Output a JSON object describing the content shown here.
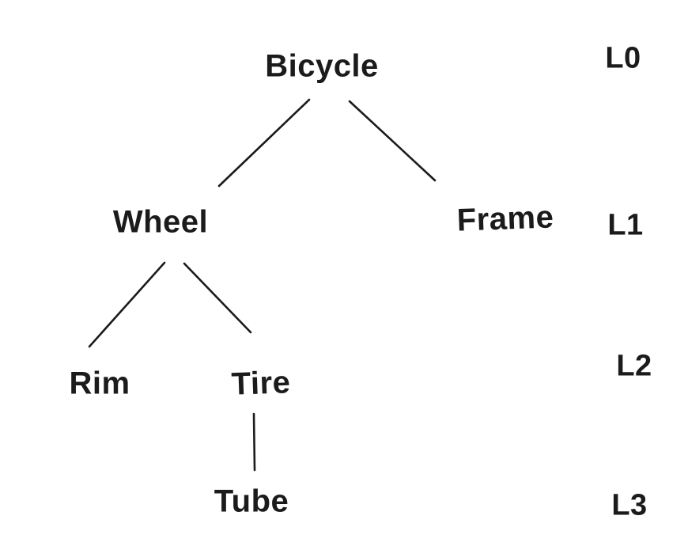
{
  "background_color": "#ffffff",
  "ink_color": "#1b1b1b",
  "diagram": {
    "type": "tree",
    "description": "Hand-drawn hierarchy tree of bicycle components with depth level labels",
    "nodes": [
      {
        "id": "bicycle",
        "label": "Bicycle",
        "level": 0
      },
      {
        "id": "wheel",
        "label": "Wheel",
        "level": 1
      },
      {
        "id": "frame",
        "label": "Frame",
        "level": 1
      },
      {
        "id": "rim",
        "label": "Rim",
        "level": 2
      },
      {
        "id": "tire",
        "label": "Tire",
        "level": 2
      },
      {
        "id": "tube",
        "label": "Tube",
        "level": 3
      }
    ],
    "edges": [
      {
        "from": "Bicycle",
        "to": "Wheel"
      },
      {
        "from": "Bicycle",
        "to": "Frame"
      },
      {
        "from": "Wheel",
        "to": "Rim"
      },
      {
        "from": "Wheel",
        "to": "Tire"
      },
      {
        "from": "Tire",
        "to": "Tube"
      }
    ],
    "level_labels": [
      {
        "label": "L0",
        "level": 0
      },
      {
        "label": "L1",
        "level": 1
      },
      {
        "label": "L2",
        "level": 2
      },
      {
        "label": "L3",
        "level": 3
      }
    ]
  }
}
